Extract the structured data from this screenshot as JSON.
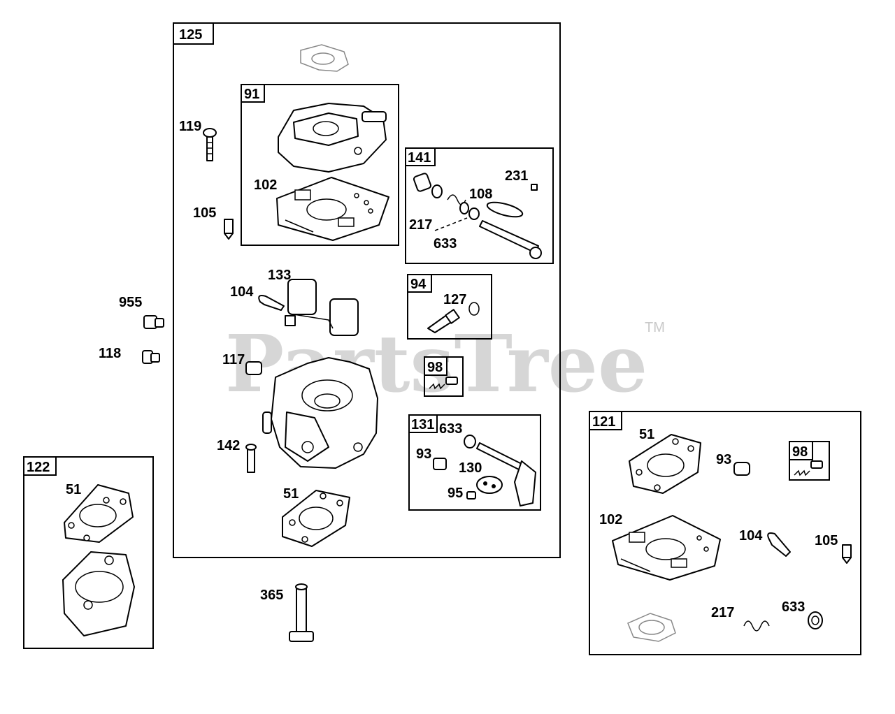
{
  "watermark": {
    "text": "PartsTree",
    "tm": "TM"
  },
  "groups": {
    "g125": "125",
    "g91": "91",
    "g141": "141",
    "g94": "94",
    "g98a": "98",
    "g131": "131",
    "g122": "122",
    "g121": "121",
    "g98b": "98"
  },
  "callouts": {
    "c119": "119",
    "c102a": "102",
    "c105a": "105",
    "c231": "231",
    "c108a": "108",
    "c217a": "217",
    "c633a": "633",
    "c133": "133",
    "c104a": "104",
    "c127": "127",
    "c955": "955",
    "c118": "118",
    "c117": "117",
    "c633b": "633",
    "c93a": "93",
    "c130": "130",
    "c95": "95",
    "c142": "142",
    "c51a": "51",
    "c51b": "51",
    "c51c": "51",
    "c93b": "93",
    "c102b": "102",
    "c104b": "104",
    "c105b": "105",
    "c217b": "217",
    "c633c": "633",
    "c365": "365"
  }
}
